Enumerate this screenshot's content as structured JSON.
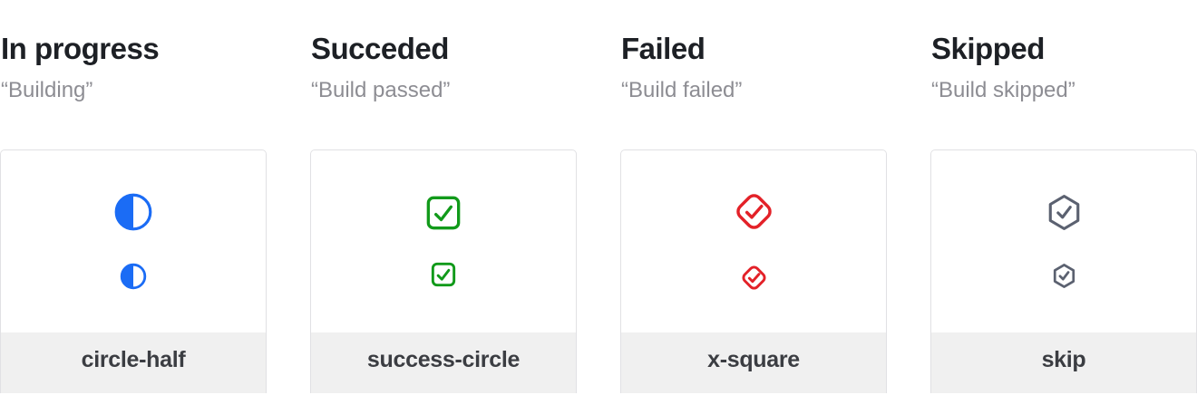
{
  "page": {
    "background": "#ffffff"
  },
  "styles": {
    "title_color": "#1d2025",
    "subtitle_color": "#8d8d93",
    "label_color": "#3b3d42",
    "card_border": "#e1e1e4",
    "footer_background": "#f0f0f0"
  },
  "columns": [
    {
      "title": "In progress",
      "subtitle": "“Building”",
      "icon": "circle-half-icon",
      "label": "circle-half",
      "color": "#1b6cf5"
    },
    {
      "title": "Succeded",
      "subtitle": "“Build passed”",
      "icon": "check-square-icon",
      "label": "success-circle",
      "color": "#119a1a"
    },
    {
      "title": "Failed",
      "subtitle": "“Build failed”",
      "icon": "check-diamond-icon",
      "label": "x-square",
      "color": "#e32128"
    },
    {
      "title": "Skipped",
      "subtitle": "“Build skipped”",
      "icon": "check-hexagon-icon",
      "label": "skip",
      "color": "#5b6170"
    }
  ]
}
